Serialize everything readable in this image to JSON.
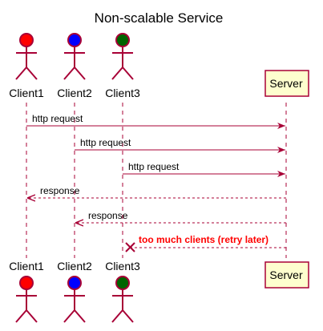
{
  "title": "Non-scalable Service",
  "colors": {
    "client1": "#ff0000",
    "client2": "#0000ff",
    "client3": "#006400",
    "actor_stroke": "#a80036",
    "server_fill": "#fefece",
    "server_stroke": "#a80036",
    "arrow": "#a80036",
    "error_text": "#ff0000",
    "lifeline": "#a80036"
  },
  "participants": {
    "client1": "Client1",
    "client2": "Client2",
    "client3": "Client3",
    "server": "Server"
  },
  "messages": [
    {
      "label": "http request",
      "from": "Client1",
      "to": "Server",
      "style": "solid"
    },
    {
      "label": "http request",
      "from": "Client2",
      "to": "Server",
      "style": "solid"
    },
    {
      "label": "http request",
      "from": "Client3",
      "to": "Server",
      "style": "solid"
    },
    {
      "label": "response",
      "from": "Server",
      "to": "Client1",
      "style": "dashed"
    },
    {
      "label": "response",
      "from": "Server",
      "to": "Client2",
      "style": "dashed"
    },
    {
      "label": "too much clients (retry later)",
      "from": "Server",
      "to": "Client3",
      "style": "dashed-lost"
    }
  ]
}
